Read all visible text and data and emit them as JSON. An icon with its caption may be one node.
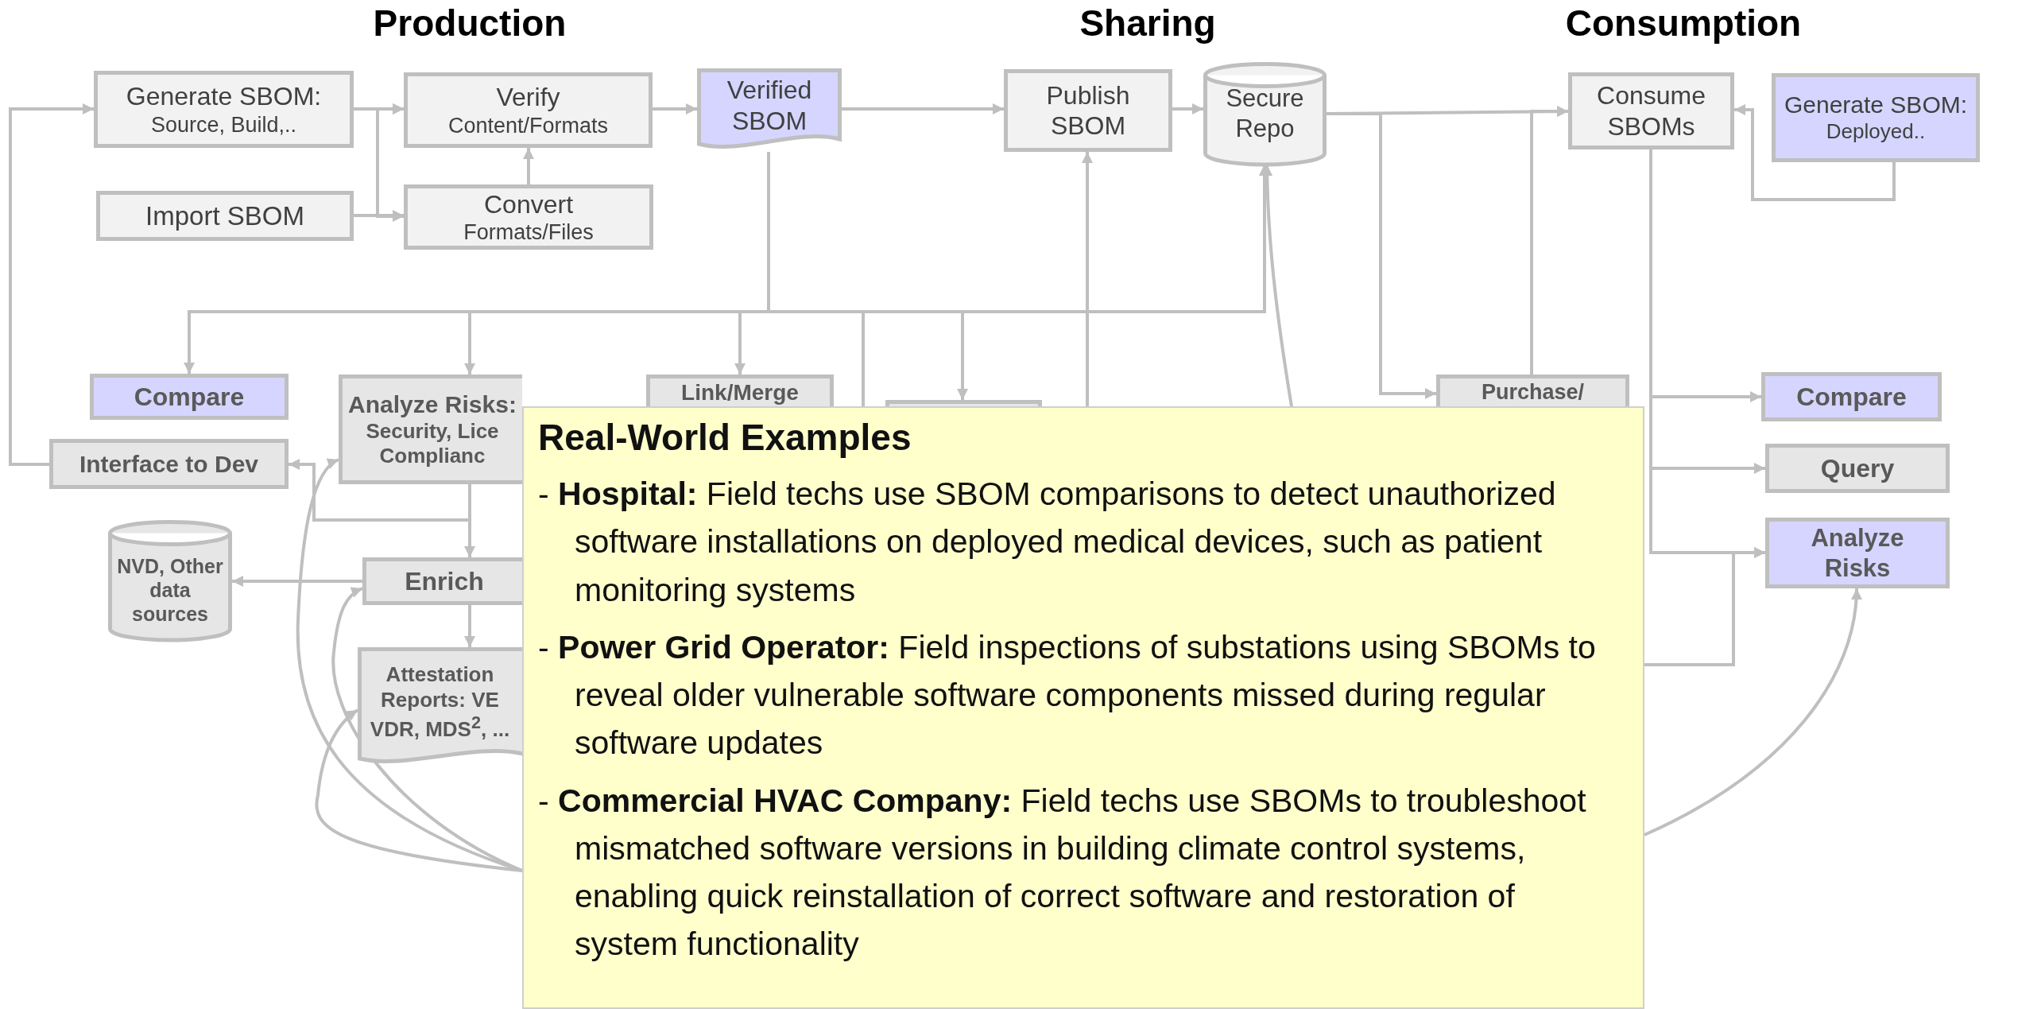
{
  "diagram": {
    "nodes": [
      {
        "text": [
          "Generate SBOM:",
          "Source, Build,.."
        ]
      },
      {
        "text": [
          "Verify",
          "Content/Formats"
        ]
      },
      {
        "text": [
          "Verified SBOM"
        ]
      },
      {
        "text": [
          "Import SBOM"
        ]
      },
      {
        "text": [
          "Convert",
          "Formats/Files"
        ]
      },
      {
        "text": [
          "Publish SBOM"
        ]
      },
      {
        "text": [
          "Secure Repo"
        ]
      },
      {
        "text": [
          "Consume SBOMs"
        ]
      },
      {
        "text": [
          "Generate SBOM:",
          "Deployed.."
        ]
      },
      {
        "text": [
          "Compare"
        ]
      },
      {
        "text": [
          "Analyze Risks:",
          "Security, Lice Complianc"
        ]
      },
      {
        "text": [
          "Link/Merge"
        ]
      },
      {
        "text": [],
        "shape": "box"
      },
      {
        "text": [
          "Purchase/"
        ]
      },
      {
        "text": [
          "Interface to Dev"
        ]
      },
      {
        "text": [
          "NVD, Other data sources"
        ]
      },
      {
        "text": [
          "Enrich"
        ]
      },
      {
        "text": [
          "Attestation Reports: VE VDR, MDS$^{2}$, ..."
        ]
      },
      {
        "text": [
          "Compare"
        ]
      },
      {
        "text": [
          "Query"
        ]
      },
      {
        "text": [
          "Analyze Risks"
        ]
      },
      {
        "text": [
          "Real-World Examples",
          "- **Hospital:** Field techs use SBOM comparisons to detect unauthorized software installations on deployed medical devices, such as patient monitoring systems",
          "- **Power Grid Operator:** Field inspections of substations using SBOMs to reveal older vulnerable software components missed during regular software updates",
          "- **Commercial HVAC Company:** Field techs use SBOMs to troubleshoot mismatched software versions in building climate control systems, enabling quick reinstallation of correct software and restoration of system functionality"
        ]
      }
    ],
    "edges": [
      {
        "from": 0,
        "to": 1,
        "arrow": "to"
      },
      {
        "from": 0,
        "to": 4,
        "arrow": "to"
      },
      {
        "from": 3,
        "to": 1,
        "arrow": "to"
      },
      {
        "from": 3,
        "to": 4,
        "arrow": "to"
      },
      {
        "from": 4,
        "to": 1,
        "arrow": "to"
      },
      {
        "from": 1,
        "to": 2,
        "arrow": "to"
      },
      {
        "from": 2,
        "to": 5,
        "arrow": "to"
      },
      {
        "from": 5,
        "to": 6,
        "arrow": "to"
      },
      {
        "from": 6,
        "to": 7,
        "arrow": "to"
      },
      {
        "from": 8,
        "to": 7,
        "arrow": "to"
      },
      {
        "from": 14,
        "to": 0,
        "arrow": "to"
      },
      {
        "from": 2,
        "to": 9,
        "arrow": "to"
      },
      {
        "from": 2,
        "to": 10,
        "arrow": "to"
      },
      {
        "from": 2,
        "to": 11,
        "arrow": "to"
      },
      {
        "from": 2,
        "to": 12,
        "arrow": "to"
      },
      {
        "from": 2,
        "to": 6,
        "arrow": "to"
      },
      {
        "from": 21,
        "to": 6,
        "arrow": "to"
      },
      {
        "from": 21,
        "to": 5,
        "arrow": "to"
      },
      {
        "from": 21,
        "to": 6,
        "arrow": "to"
      },
      {
        "from": 6,
        "to": 13,
        "arrow": "to"
      },
      {
        "from": 13,
        "to": 7,
        "arrow": "to"
      },
      {
        "from": 7,
        "to": 18,
        "arrow": "to"
      },
      {
        "from": 7,
        "to": 19,
        "arrow": "to"
      },
      {
        "from": 7,
        "to": 20,
        "arrow": "to"
      },
      {
        "from": 21,
        "to": 20,
        "arrow": "to"
      },
      {
        "from": 21,
        "to": 20,
        "arrow": "to"
      },
      {
        "from": 10,
        "to": 16,
        "arrow": "to"
      },
      {
        "from": 10,
        "to": 14,
        "arrow": "to"
      },
      {
        "from": 16,
        "to": 15,
        "arrow": "to"
      },
      {
        "from": 16,
        "to": 17,
        "arrow": "to"
      },
      {
        "from": 21,
        "to": 10,
        "arrow": "to"
      },
      {
        "from": 21,
        "to": 16,
        "arrow": "to"
      },
      {
        "from": 21,
        "to": 17,
        "arrow": "to"
      }
    ],
    "labels": [
      "Production",
      "Sharing",
      "Consumption"
    ]
  }
}
